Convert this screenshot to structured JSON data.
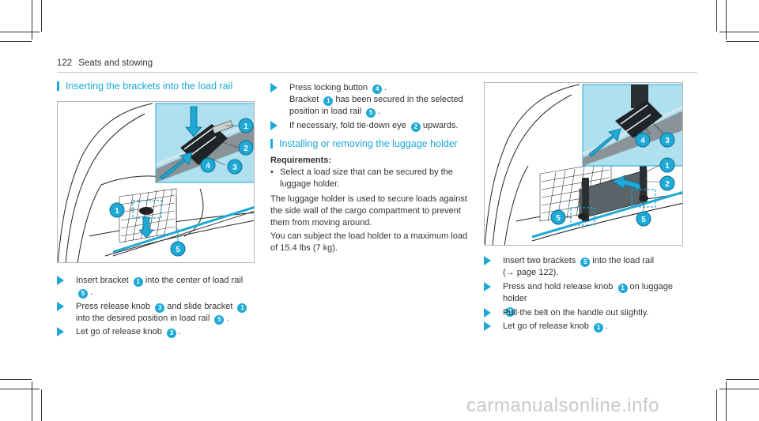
{
  "header": {
    "page_number": "122",
    "section": "Seats and stowing"
  },
  "sections": {
    "insert_title": "Inserting the brackets into the load rail",
    "holder_title": "Installing or removing the luggage holder"
  },
  "figure_left": {
    "callouts": [
      "1",
      "2",
      "4",
      "3",
      "1",
      "5"
    ]
  },
  "figure_right": {
    "callouts": [
      "4",
      "3",
      "1",
      "2",
      "5",
      "5"
    ]
  },
  "left_steps": [
    {
      "a": "Insert bracket",
      "b1": "1",
      "c": "into the center of load rail",
      "b2": "5",
      "d": "."
    },
    {
      "a": "Press release knob",
      "b1": "3",
      "c": "and slide bracket",
      "b2": "1",
      "d": "into the desired position in load rail",
      "b3": "5",
      "e": "."
    },
    {
      "a": "Let go of release knob",
      "b1": "3",
      "c": "."
    }
  ],
  "mid_steps": [
    {
      "a": "Press locking button",
      "b1": "4",
      "c": ".",
      "d": "Bracket",
      "b2": "1",
      "e": "has been secured in the selected position in load rail",
      "b3": "5",
      "f": "."
    },
    {
      "a": "If necessary, fold tie-down eye",
      "b1": "2",
      "c": "upwards."
    }
  ],
  "requirements": {
    "title": "Requirements:",
    "bullet": "•",
    "item": "Select a load size that can be secured by the luggage holder."
  },
  "paragraphs": {
    "p1": "The luggage holder is used to secure loads against the side wall of the cargo compartment to prevent them from moving around.",
    "p2": "You can subject the load holder to a maximum load of 15.4 lbs (7 kg)."
  },
  "right_steps": [
    {
      "a": "Insert two brackets",
      "b1": "5",
      "c": "into the load rail",
      "d": "(→ page 122)."
    },
    {
      "a": "Press and hold release knob",
      "b1": "1",
      "c": "on luggage holder",
      "b2": "2",
      "d": "."
    },
    {
      "a": "Pull the belt on the handle out slightly."
    },
    {
      "a": "Let go of release knob",
      "b1": "1",
      "c": "."
    }
  ],
  "watermark": "carmanualsonline.info",
  "colors": {
    "accent": "#1ea9d6",
    "inset_bg": "#aee0f0",
    "text": "#333333"
  }
}
